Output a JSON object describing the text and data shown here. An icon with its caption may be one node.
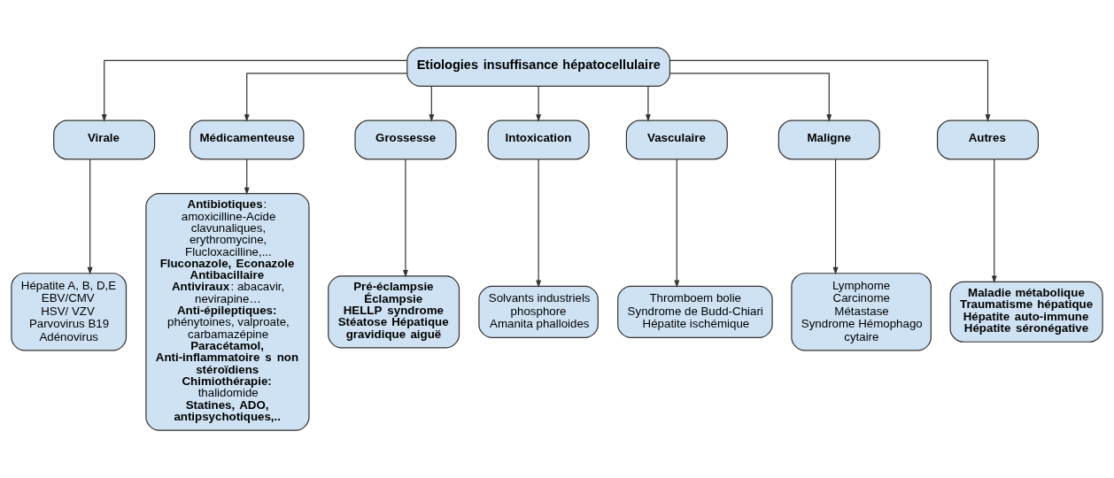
{
  "diagram": {
    "nodes": [
      {
        "text": [
          "Etiologies insuffisance hépatocellulaire"
        ]
      },
      {
        "text": [
          "Virale"
        ]
      },
      {
        "text": [
          "Médicamenteuse"
        ]
      },
      {
        "text": [
          "Grossesse"
        ]
      },
      {
        "text": [
          "Intoxication"
        ]
      },
      {
        "text": [
          "Vasculaire"
        ]
      },
      {
        "text": [
          "Maligne"
        ]
      },
      {
        "text": [
          "Autres"
        ]
      },
      {
        "text": [
          "Hépatite A, B, D,E",
          "EBV/CMV",
          "HSV/ VZV",
          "Parvovirus B19",
          "Adénovirus"
        ]
      },
      {
        "text": [
          "**Antibiotiques**: amoxicilline-Acide clavunaliques, erythromycine, Flucloxacilline,...",
          "**Fluconazole, Econazole**",
          "**Antibacillaire**",
          "**Antiviraux**: abacavir, nevirapine…",
          "**Anti-épileptiques:** phénytoines, valproate, carbamazépine",
          "**Paracétamol, Anti-inflammatoire s non stéroïdiens**",
          "**Chimiothérapie:** thalidomide",
          "**Statines, ADO, antipsychotiques,..**"
        ]
      },
      {
        "text": [
          "Pré-éclampsie",
          "Éclampsie",
          "HELLP syndrome",
          "Stéatose Hépatique gravidique aiguë"
        ]
      },
      {
        "text": [
          "Solvants industriels",
          "phosphore",
          "Amanita phalloides"
        ]
      },
      {
        "text": [
          "Thromboem bolie",
          "Syndrome de Budd-Chiari",
          "Hépatite ischémique"
        ]
      },
      {
        "text": [
          "Lymphome",
          "Carcinome",
          "Métastase",
          "Syndrome Hémophago cytaire"
        ]
      },
      {
        "text": [
          "Maladie métabolique",
          "Traumatisme hépatique",
          "Hépatite auto-immune",
          "Hépatite séronégative"
        ]
      }
    ],
    "edges": [
      {
        "from": 0,
        "to": 1,
        "arrow": "to"
      },
      {
        "from": 0,
        "to": 2,
        "arrow": "to"
      },
      {
        "from": 0,
        "to": 3,
        "arrow": "to"
      },
      {
        "from": 0,
        "to": 4,
        "arrow": "to"
      },
      {
        "from": 0,
        "to": 5,
        "arrow": "to"
      },
      {
        "from": 0,
        "to": 6,
        "arrow": "to"
      },
      {
        "from": 0,
        "to": 7,
        "arrow": "to"
      },
      {
        "from": 1,
        "to": 8,
        "arrow": "to"
      },
      {
        "from": 2,
        "to": 9,
        "arrow": "to"
      },
      {
        "from": 3,
        "to": 10,
        "arrow": "to"
      },
      {
        "from": 4,
        "to": 11,
        "arrow": "to"
      },
      {
        "from": 5,
        "to": 12,
        "arrow": "to"
      },
      {
        "from": 6,
        "to": 13,
        "arrow": "to"
      },
      {
        "from": 7,
        "to": 14,
        "arrow": "to"
      }
    ]
  }
}
